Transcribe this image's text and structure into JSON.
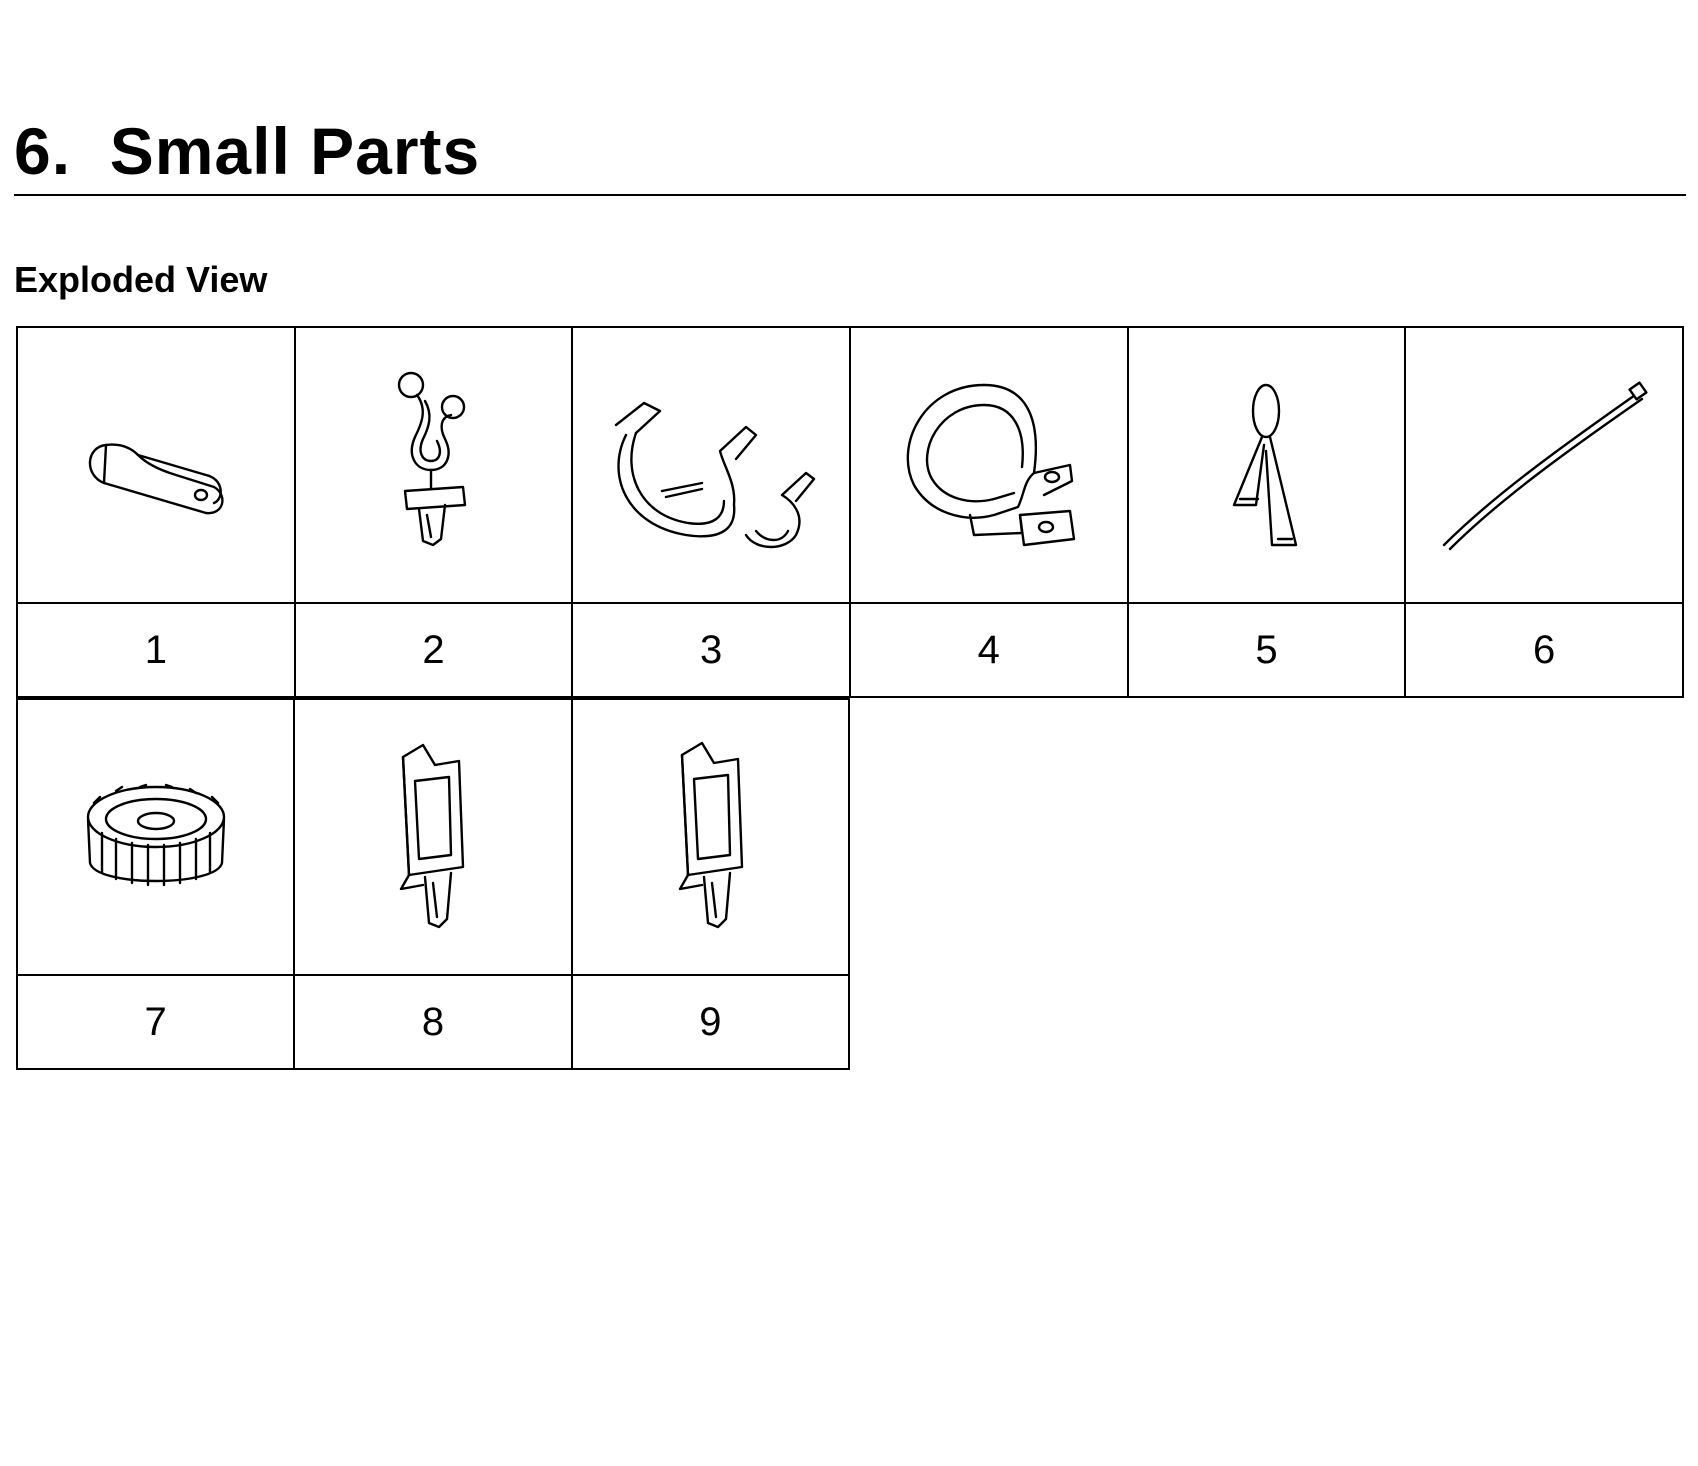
{
  "page": {
    "title": "6.  Small Parts",
    "section_heading": "Exploded View"
  },
  "parts": [
    {
      "number": "1",
      "icon": "p-clamp-icon"
    },
    {
      "number": "2",
      "icon": "wire-harness-clip-icon"
    },
    {
      "number": "3",
      "icon": "double-pipe-clip-icon"
    },
    {
      "number": "4",
      "icon": "band-clamp-icon"
    },
    {
      "number": "5",
      "icon": "wire-clip-icon"
    },
    {
      "number": "6",
      "icon": "cable-tie-icon"
    },
    {
      "number": "7",
      "icon": "knurled-cap-nut-icon"
    },
    {
      "number": "8",
      "icon": "push-mount-holder-icon"
    },
    {
      "number": "9",
      "icon": "push-mount-holder-icon"
    }
  ]
}
